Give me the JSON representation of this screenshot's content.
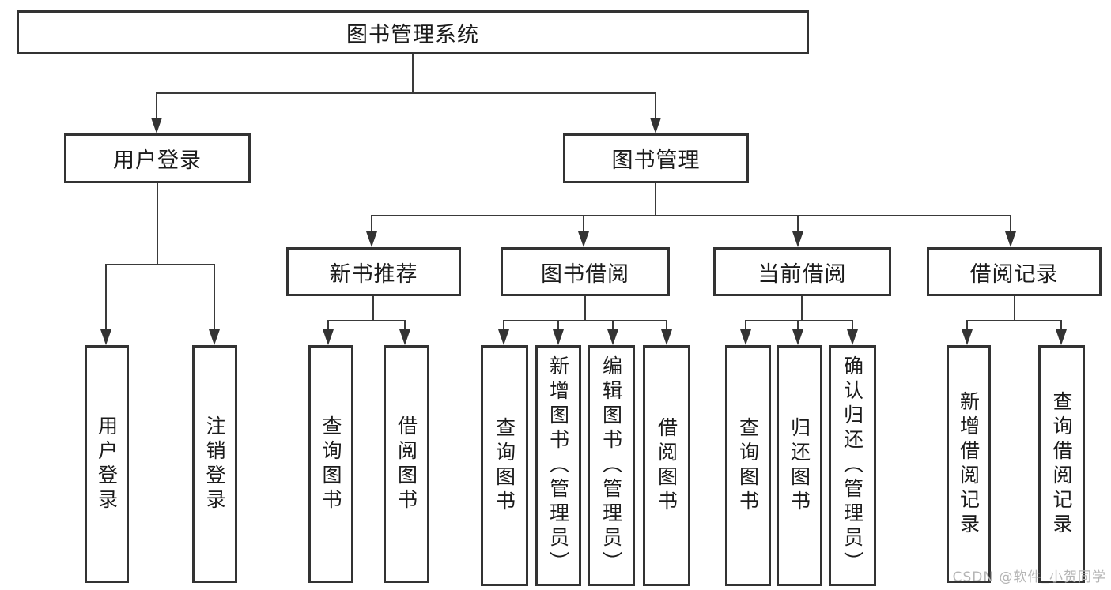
{
  "diagram": {
    "root": "图书管理系统",
    "branches": [
      {
        "label": "用户登录",
        "children": [
          "用户登录",
          "注销登录"
        ]
      },
      {
        "label": "图书管理",
        "children": [
          {
            "label": "新书推荐",
            "children": [
              "查询图书",
              "借阅图书"
            ]
          },
          {
            "label": "图书借阅",
            "children": [
              "查询图书",
              "新增图书（管理员）",
              "编辑图书（管理员）",
              "借阅图书"
            ]
          },
          {
            "label": "当前借阅",
            "children": [
              "查询图书",
              "归还图书",
              "确认归还（管理员）"
            ]
          },
          {
            "label": "借阅记录",
            "children": [
              "新增借阅记录",
              "查询借阅记录"
            ]
          }
        ]
      }
    ]
  },
  "watermark": "CSDN @软件_小贺同学",
  "colors": {
    "line": "#333333",
    "text": "#1b1b1b",
    "watermark": "#b5b5b5",
    "background": "#ffffff"
  }
}
